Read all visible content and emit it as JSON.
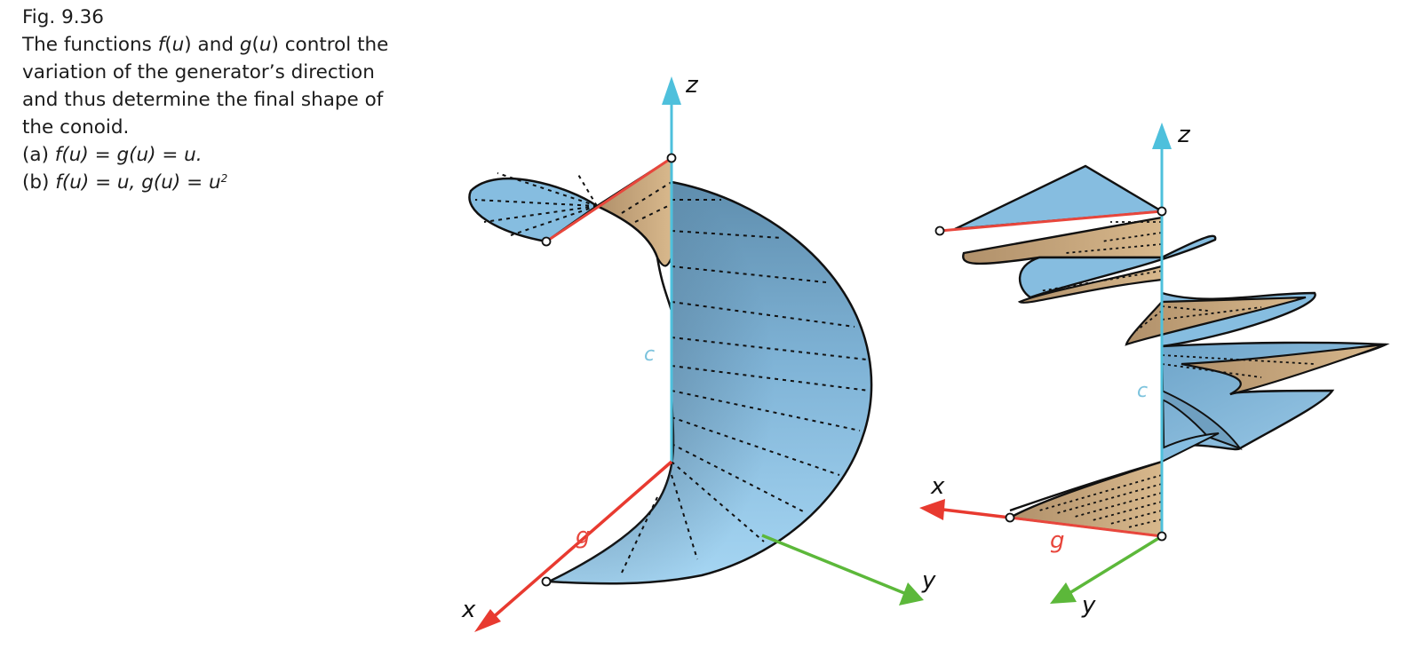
{
  "caption": {
    "fig": "Fig. 9.36",
    "line1_pre": "The functions ",
    "line1_f": "f",
    "line1_mid1": "(",
    "line1_u1": "u",
    "line1_mid2": ") and ",
    "line1_g": "g",
    "line1_mid3": "(",
    "line1_u2": "u",
    "line1_post": ") control the",
    "line2": "variation of the generator’s direction",
    "line3": "and thus determine the final shape of",
    "line4": "the conoid.",
    "line5_label": "(a) ",
    "line5_expr": "f(u) = g(u) = u.",
    "line6_label": "(b) ",
    "line6_expr": "f(u) = u, g(u) = u",
    "line6_sup": "2"
  },
  "figure_a": {
    "z_label": "z",
    "x_label": "x",
    "y_label": "y",
    "g_label": "g",
    "c_label": "c"
  },
  "figure_b": {
    "z_label": "z",
    "x_label": "x",
    "y_label": "y",
    "g_label": "g",
    "c_label": "c"
  },
  "colors": {
    "surface_blue": "#85bde0",
    "surface_tan": "#c9a77c",
    "axis_z": "#4ec0dc",
    "axis_x": "#e83a30",
    "axis_y": "#5cb83a",
    "generator": "#e8463c"
  }
}
